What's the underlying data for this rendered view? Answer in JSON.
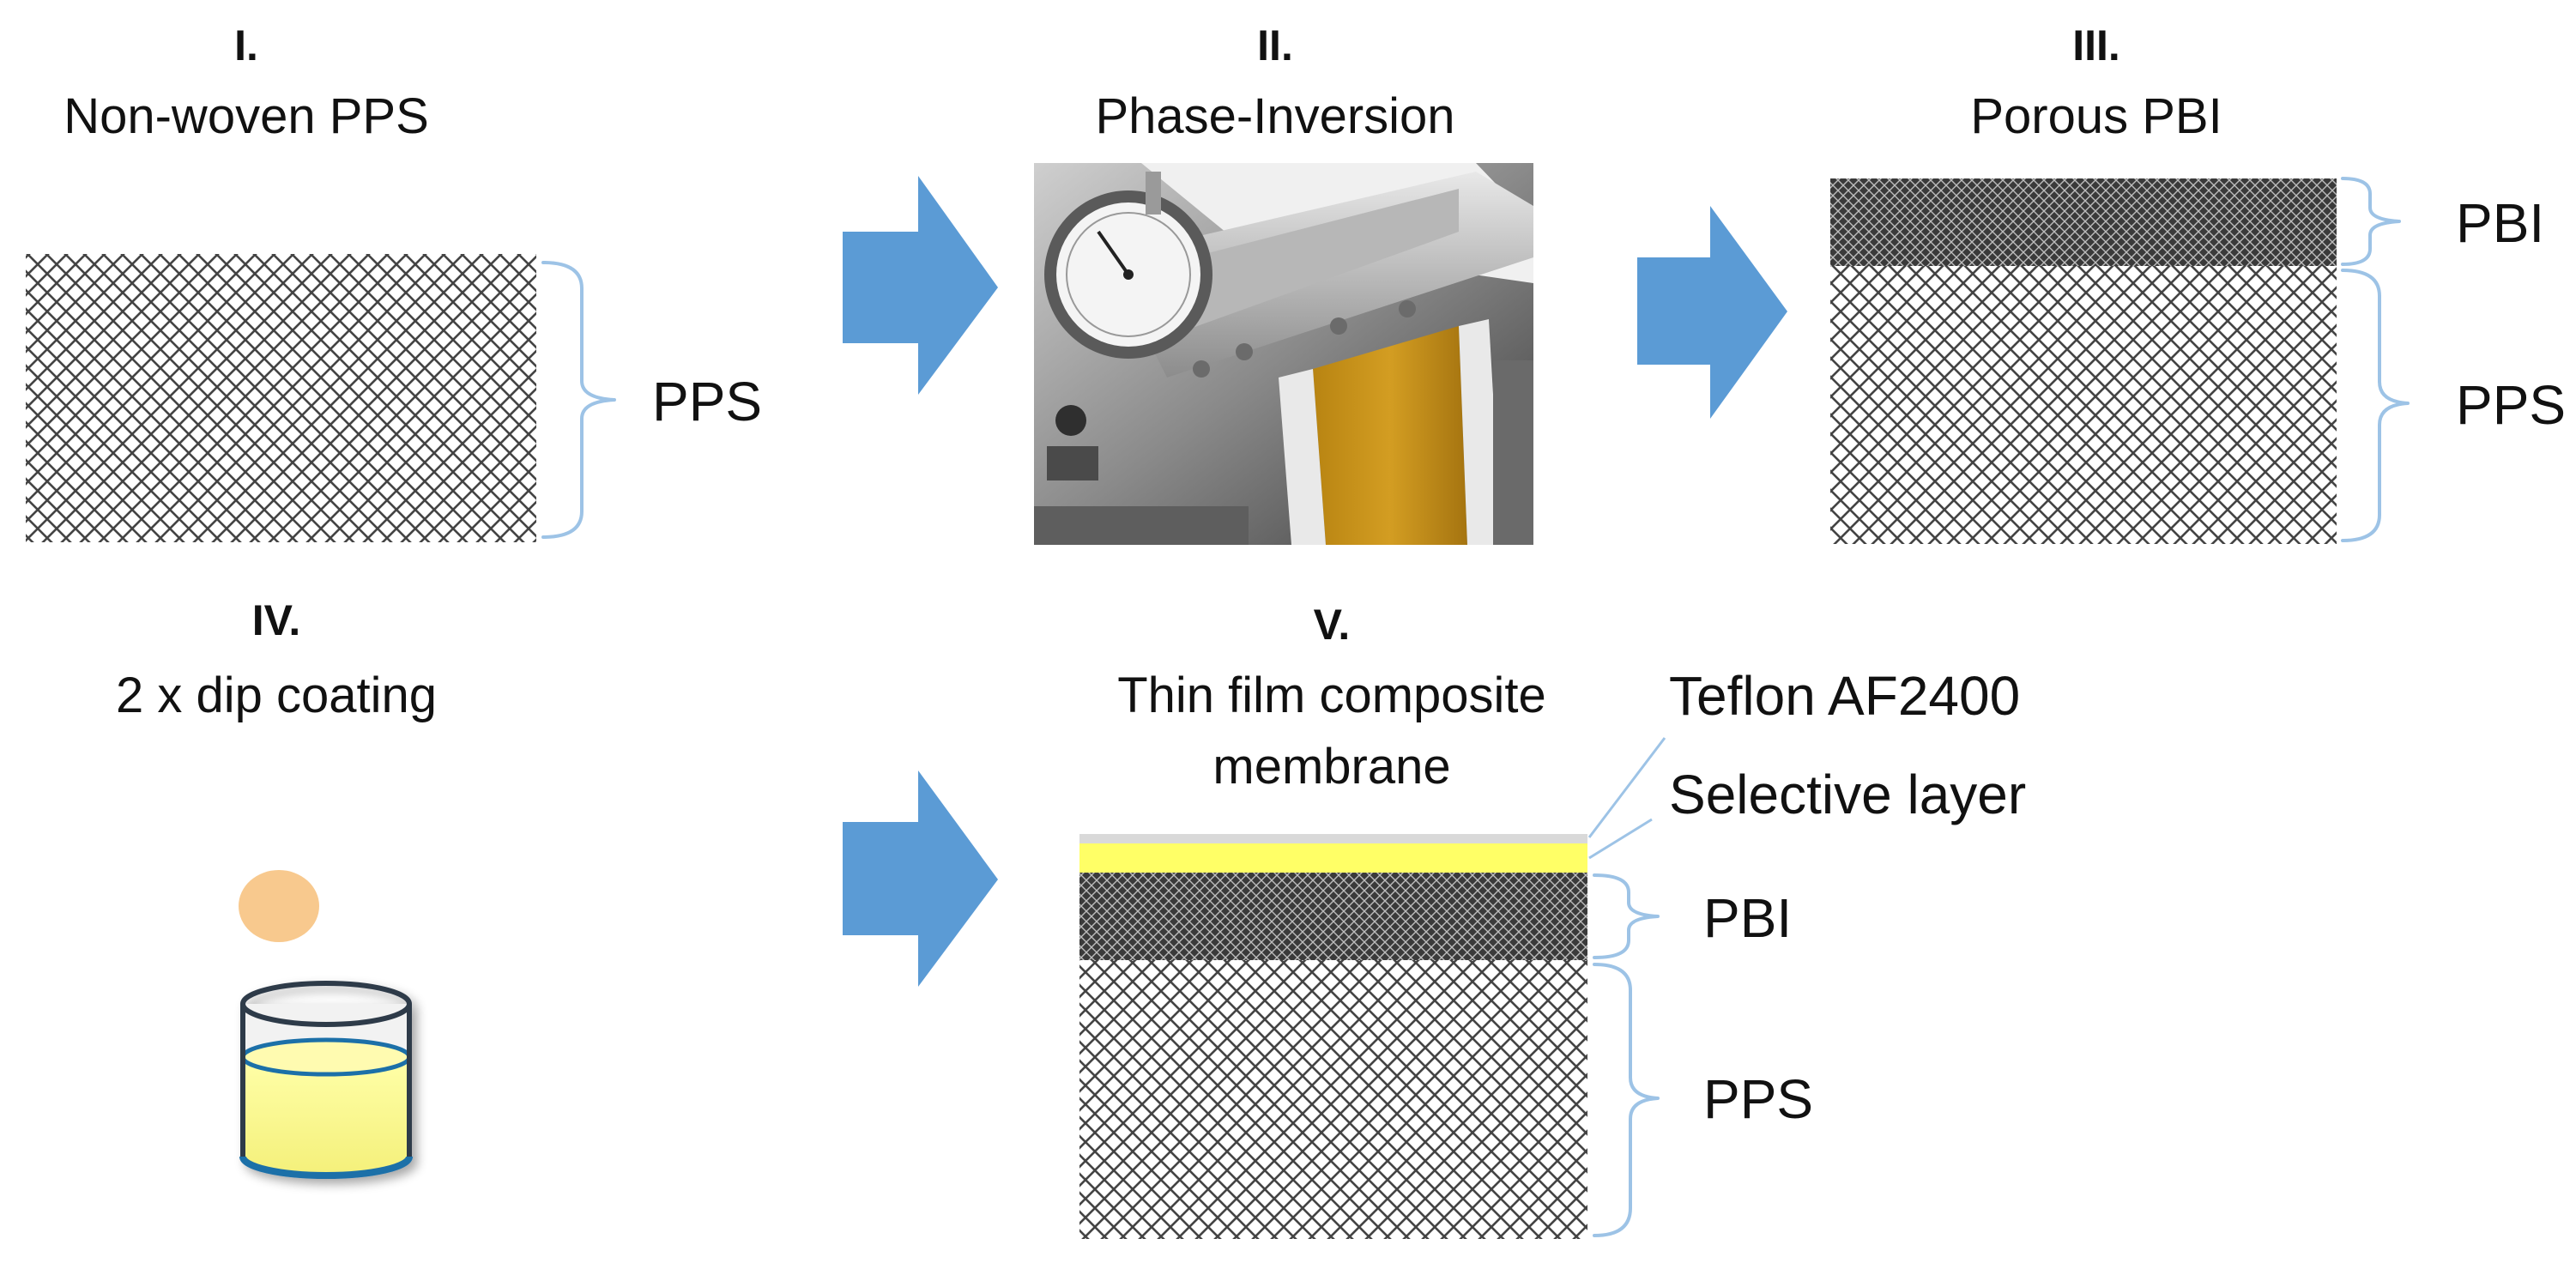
{
  "steps": [
    {
      "numeral": "I.",
      "title": "Non-woven PPS"
    },
    {
      "numeral": "II.",
      "title": "Phase-Inversion"
    },
    {
      "numeral": "III.",
      "title": "Porous PBI"
    },
    {
      "numeral": "IV.",
      "title": "2 x dip coating"
    },
    {
      "numeral": "V.",
      "title_line1": "Thin film composite",
      "title_line2": "membrane"
    }
  ],
  "labels": {
    "pps": "PPS",
    "pbi": "PBI",
    "teflon": "Teflon AF2400",
    "selective": "Selective layer"
  },
  "colors": {
    "arrow": "#5b9bd5",
    "brace": "#9dc3e6",
    "selective_layer": "#ffff66",
    "teflon_layer": "#d9d9d9",
    "beaker_liquid": "#ffff99",
    "drop": "#f8c98e",
    "mesh_dark": "#333333"
  },
  "icons": {
    "photo": "casting-machine-photo",
    "arrow": "process-arrow-icon",
    "beaker": "beaker-icon",
    "drop": "droplet-icon"
  }
}
